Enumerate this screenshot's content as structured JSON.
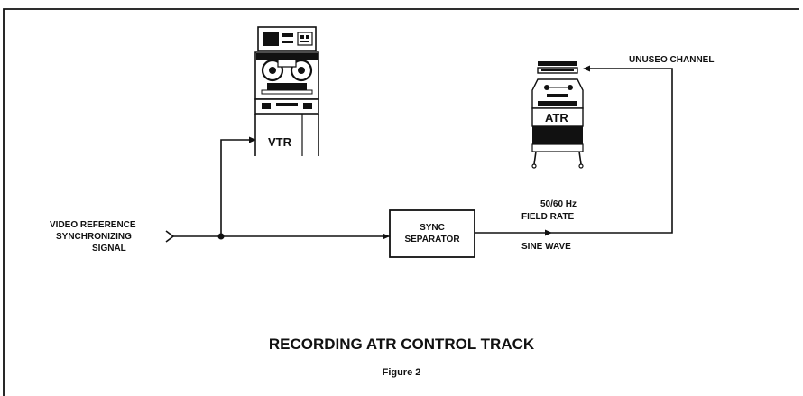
{
  "input_label": [
    "VIDEO REFERENCE",
    "SYNCHRONIZING",
    "SIGNAL"
  ],
  "vtr_label": "VTR",
  "atr_label": "ATR",
  "sync_separator_label": [
    "SYNC",
    "SEPARATOR"
  ],
  "rate_label": [
    "50/60 Hz",
    "FIELD RATE"
  ],
  "sine_wave_label": "SINE WAVE",
  "unused_channel_label": "UNUSEO CHANNEL",
  "title": "RECORDING ATR CONTROL TRACK",
  "figure_label": "Figure 2"
}
